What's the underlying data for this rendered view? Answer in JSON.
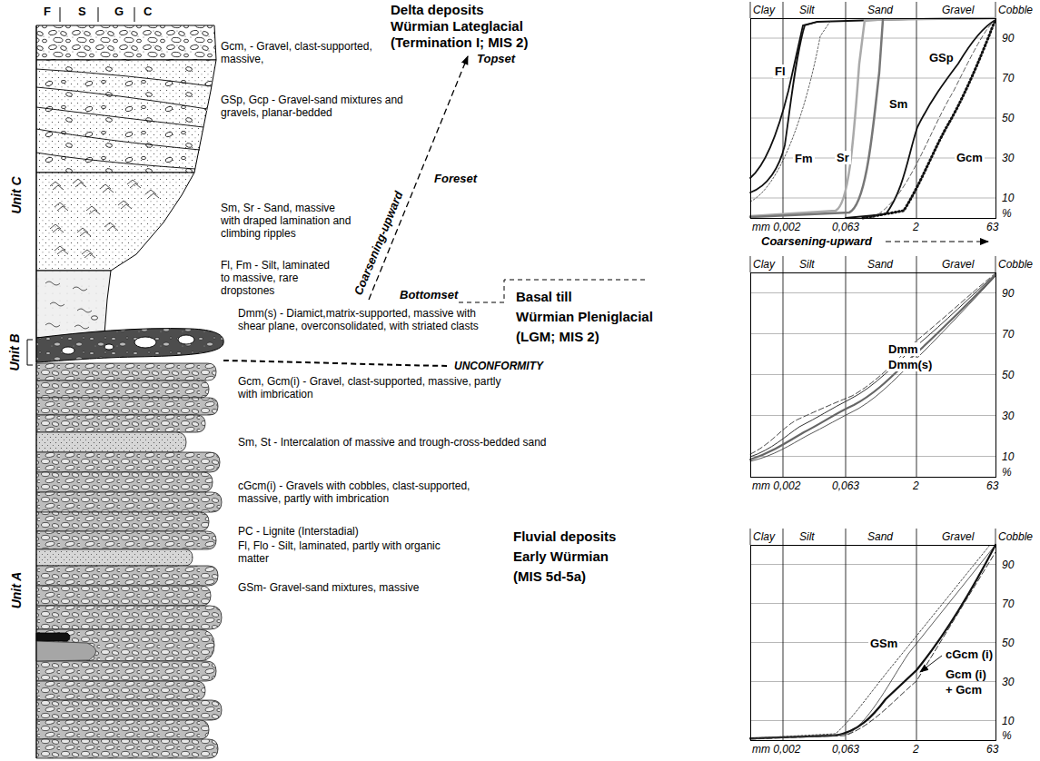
{
  "diagram": {
    "nodes": [
      {
        "text": [
          "Fl",
          "Fm",
          "Sr",
          "Sm",
          "GSp",
          "Gcm"
        ]
      },
      {
        "text": [
          "Dmm",
          "Dmm(s)"
        ]
      },
      {
        "text": [
          "GSm",
          "cGcm (i)",
          "Gcm (i)",
          "+ Gcm"
        ]
      }
    ],
    "labels": [
      "F",
      "S",
      "G",
      "C",
      "Unit C",
      "Unit B",
      "Unit A",
      "Gcm, - Gravel, clast-supported, massive,",
      "GSp, Gcp - Gravel-sand mixtures and gravels, planar-bedded",
      "Sm, Sr - Sand, massive with draped lamination and climbing ripples",
      "Fl, Fm - Silt, laminated to massive, rare dropstones",
      "Dmm(s) - Diamict,matrix-supported, massive with shear plane, overconsolidated, with striated clasts",
      "UNCONFORMITY",
      "Gcm, Gcm(i) - Gravel, clast-supported, massive, partly with imbrication",
      "Sm, St - Intercalation of massive and trough-cross-bedded sand",
      "cGcm(i) - Gravels with cobbles, clast-supported, massive, partly with imbrication",
      "PC - Lignite (Interstadial)",
      "Fl, Flo - Silt, laminated, partly with organic matter",
      "GSm- Gravel-sand mixtures, massive",
      "Delta deposits",
      "Würmian Lateglacial",
      "(Termination I; MIS 2)",
      "Topset",
      "Foreset",
      "Coarsening-upward",
      "Bottomset",
      "Basal till",
      "Würmian Pleniglacial",
      "(LGM; MIS 2)",
      "Fluvial deposits",
      "Early Würmian",
      "(MIS 5d-5a)",
      "Clay",
      "Silt",
      "Sand",
      "Gravel",
      "Cobble",
      "90",
      "70",
      "50",
      "30",
      "10",
      "%",
      "mm 0,002",
      "0,063",
      "2",
      "63",
      "Coarsening-upward",
      "Clay",
      "Silt",
      "Sand",
      "Gravel",
      "Cobble",
      "90",
      "70",
      "50",
      "30",
      "10",
      "%",
      "mm 0,002",
      "0,063",
      "2",
      "63",
      "Clay",
      "Silt",
      "Sand",
      "Gravel",
      "Cobble",
      "90",
      "70",
      "50",
      "30",
      "10",
      "%",
      "mm 0,002",
      "0,063",
      "2",
      "63"
    ]
  }
}
